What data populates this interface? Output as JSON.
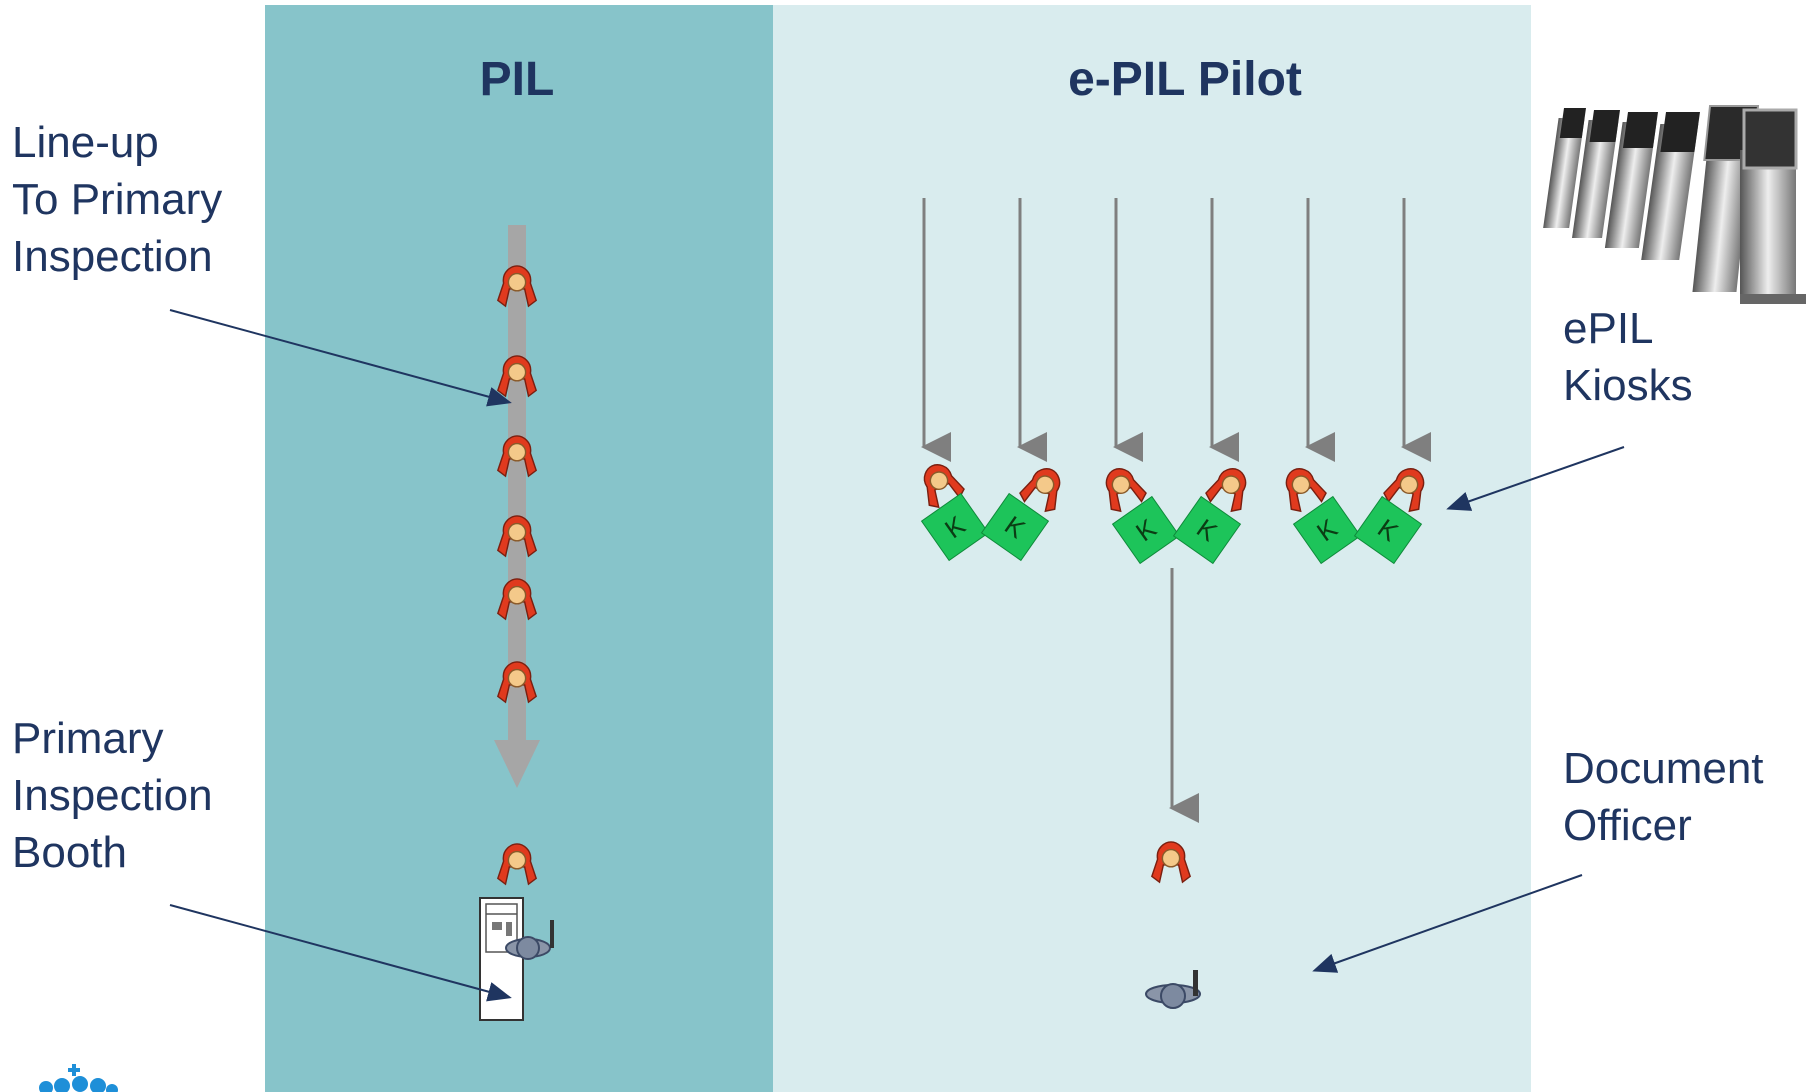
{
  "panels": {
    "left": {
      "title": "PIL",
      "color": "#87c4ca"
    },
    "right": {
      "title": "e-PIL Pilot",
      "color": "#d9ecee"
    }
  },
  "labels": {
    "lineup": [
      "Line-up",
      "To Primary",
      "Inspection"
    ],
    "booth": [
      "Primary",
      "Inspection",
      "Booth"
    ],
    "kiosks": [
      "ePIL",
      "Kiosks"
    ],
    "officer": [
      "Document",
      "Officer"
    ]
  },
  "kiosk_letter": "K",
  "kiosk_color": "#1dc45a",
  "person_color": "#e03a1e",
  "text_color": "#1f3560"
}
